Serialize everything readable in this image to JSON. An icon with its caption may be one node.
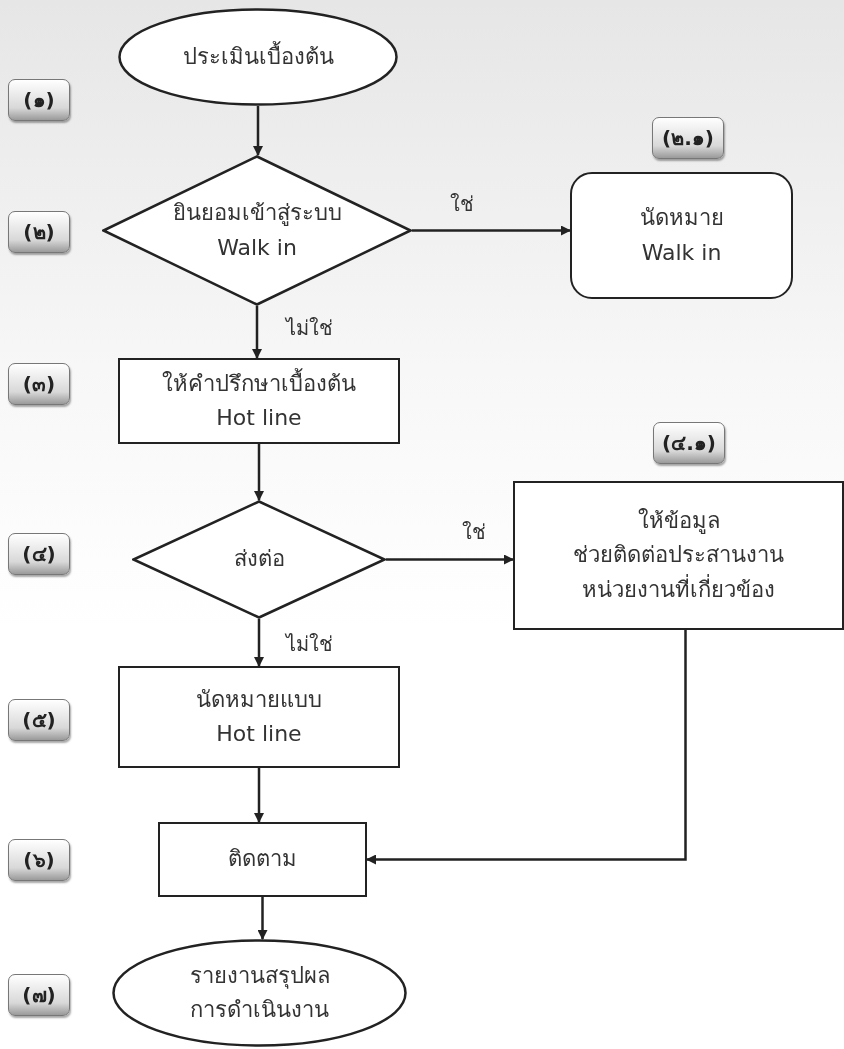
{
  "diagram": {
    "nodes": [
      {
        "text": [
          "(๑)"
        ]
      },
      {
        "text": [
          "ประเมินเบื้องต้น"
        ]
      },
      {
        "text": [
          "(๒.๑)"
        ]
      },
      {
        "text": [
          "(๒)"
        ]
      },
      {
        "text": [
          "ยินยอมเข้าสู่ระบบ",
          "Walk in"
        ]
      },
      {
        "text": [
          "นัดหมาย",
          "Walk in"
        ]
      },
      {
        "text": [
          "(๓)"
        ]
      },
      {
        "text": [
          "ให้คำปรึกษาเบื้องต้น",
          "Hot line"
        ]
      },
      {
        "text": [
          "(๔.๑)"
        ]
      },
      {
        "text": [
          "(๔)"
        ]
      },
      {
        "text": [
          "ส่งต่อ"
        ]
      },
      {
        "text": [
          "ให้ข้อมูล",
          "ช่วยติดต่อประสานงาน หน่วยงานที่เกี่ยวข้อง"
        ]
      },
      {
        "text": [
          "(๕)"
        ]
      },
      {
        "text": [
          "นัดหมายแบบ",
          "Hot line"
        ]
      },
      {
        "text": [
          "(๖)"
        ]
      },
      {
        "text": [
          "ติดตาม"
        ]
      },
      {
        "text": [
          "(๗)"
        ]
      },
      {
        "text": [
          "รายงานสรุปผล การดำเนินงาน"
        ]
      }
    ],
    "edges": [
      {
        "from": 1,
        "to": 4,
        "arrow": "to"
      },
      {
        "from": 4,
        "to": 5,
        "arrow": "to",
        "label": "ใช่"
      },
      {
        "from": 4,
        "to": 7,
        "arrow": "to",
        "label": "ไม่ใช่"
      },
      {
        "from": 7,
        "to": 10,
        "arrow": "to"
      },
      {
        "from": 10,
        "to": 11,
        "arrow": "to",
        "label": "ใช่"
      },
      {
        "from": 10,
        "to": 13,
        "arrow": "to",
        "label": "ไม่ใช่"
      },
      {
        "from": 13,
        "to": 15,
        "arrow": "to"
      },
      {
        "from": 11,
        "to": 15,
        "arrow": "to"
      },
      {
        "from": 15,
        "to": 17,
        "arrow": "to"
      }
    ]
  }
}
